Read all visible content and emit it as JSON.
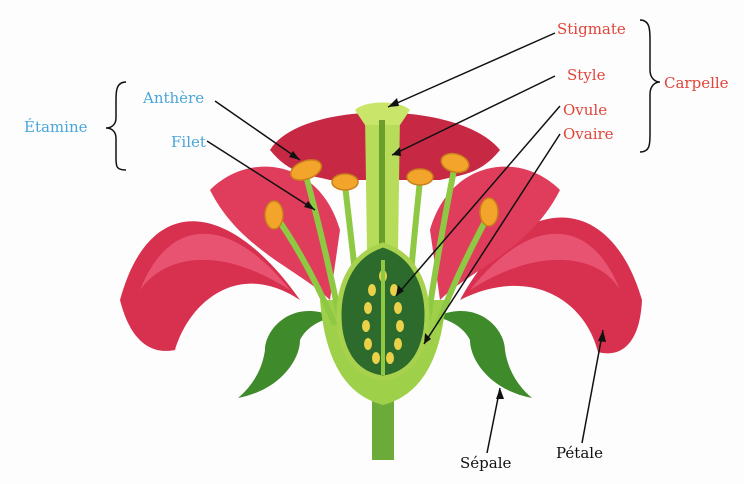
{
  "labels": {
    "stigmate": "Stigmate",
    "style": "Style",
    "ovule": "Ovule",
    "ovaire": "Ovaire",
    "carpelle": "Carpelle",
    "anthere": "Anthère",
    "filet": "Filet",
    "etamine": "Étamine",
    "sepale": "Sépale",
    "petale": "Pétale"
  },
  "colors": {
    "carpel_labels": "#e0453a",
    "stamen_labels": "#4aa6d8",
    "other_labels": "#111111",
    "petal": "#d8304f",
    "sepal": "#3f8a2a",
    "anther": "#f2a52a",
    "ovary": "#2c6b2c",
    "ovule": "#e9d24a"
  },
  "icons": [
    "brace-carpelle-icon",
    "brace-etamine-icon",
    "flower-illustration-icon"
  ]
}
